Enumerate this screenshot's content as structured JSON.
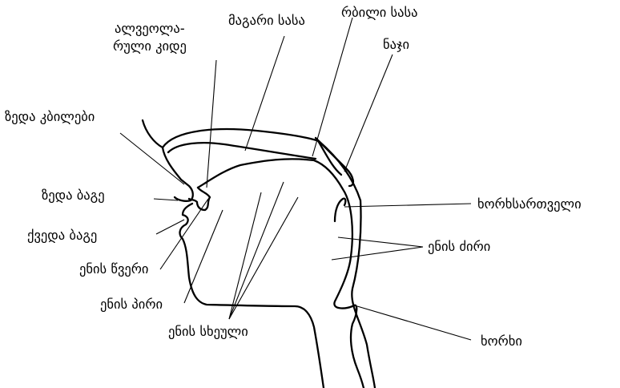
{
  "diagram": {
    "labels": {
      "alveolar_line1": "ალვეოლა-",
      "alveolar_line2": "რული კიდე",
      "hard_palate": "მაგარი სასა",
      "soft_palate": "რბილი სასა",
      "uvula": "ნაჯი",
      "upper_teeth": "ზედა კბილები",
      "upper_lip": "ზედა ბაგე",
      "lower_lip": "ქვედა ბაგე",
      "tongue_tip": "ენის წვერი",
      "tongue_blade": "ენის პირი",
      "tongue_body": "ენის სხეული",
      "epiglottis": "ხორხსართველი",
      "tongue_root": "ენის ძირი",
      "larynx": "ხორხი"
    }
  }
}
